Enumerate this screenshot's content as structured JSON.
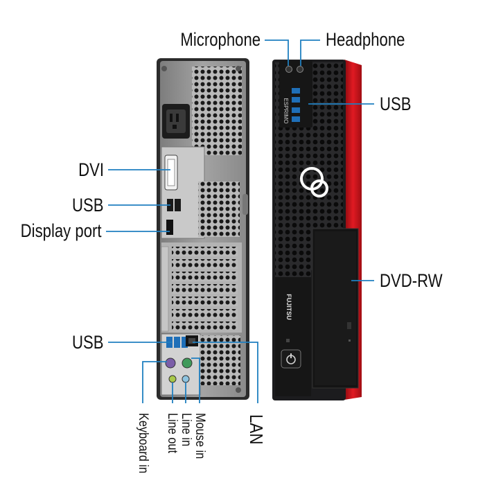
{
  "labels": {
    "microphone": "Microphone",
    "headphone": "Headphone",
    "usb_front": "USB",
    "dvi": "DVI",
    "usb_rear_top": "USB",
    "display_port": "Display port",
    "usb_rear_bottom": "USB",
    "dvd_rw": "DVD-RW",
    "lan": "LAN",
    "keyboard_in": "Keyboard in",
    "line_out": "Line out",
    "line_in": "Line in",
    "mouse_in": "Mouse in"
  },
  "branding": {
    "model": "ESPRIMO",
    "brand": "FUJITSU"
  },
  "colors": {
    "leader_line": "#1f7fc0",
    "chassis_front": "#1c1c1e",
    "accent_red": "#d0121b",
    "rear_panel": "#8c8c8c",
    "usb_blue": "#1f6fb8",
    "ps2_purple": "#7b5ea8",
    "ps2_green": "#3f9a5a",
    "audio_lime": "#a8c84a",
    "audio_lightblue": "#8ec4e0"
  }
}
